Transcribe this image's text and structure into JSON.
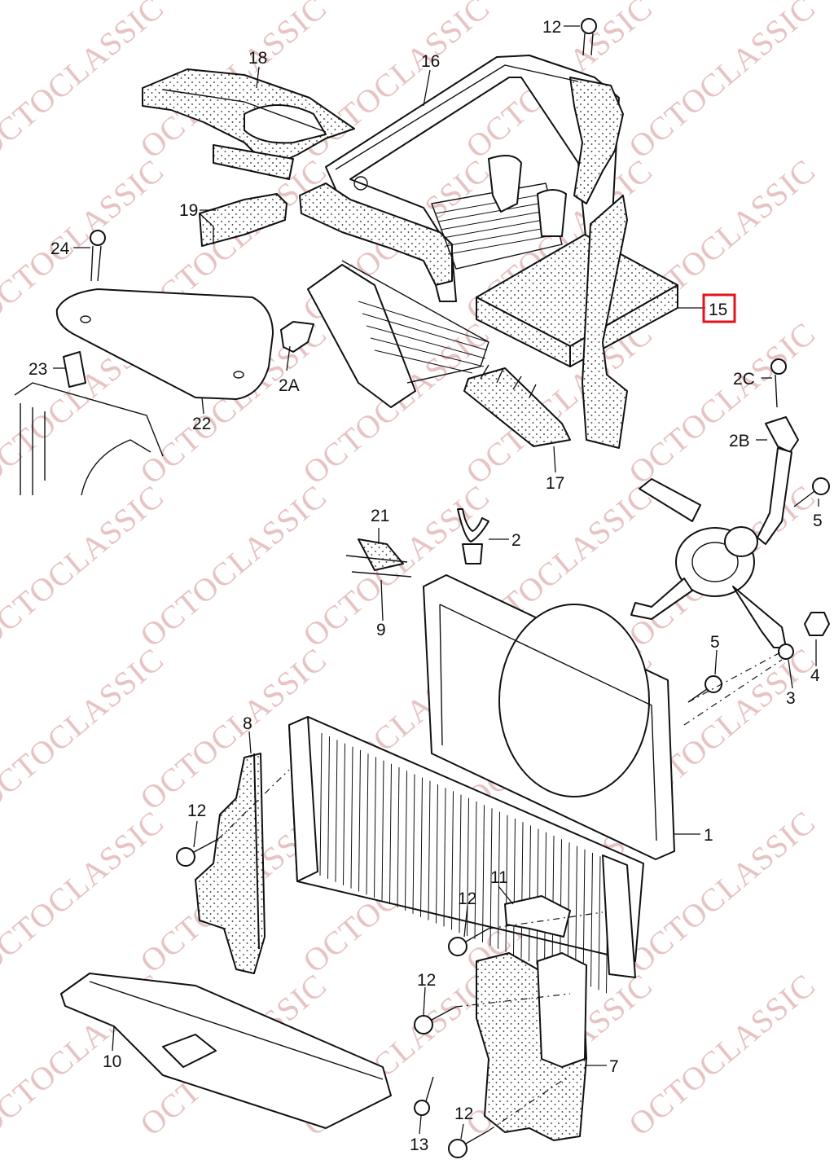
{
  "watermark": {
    "text": "OCTOCLASSIC",
    "color": "#e7c3c3"
  },
  "highlight": {
    "part": "15",
    "color": "#e0141e"
  },
  "labels": {
    "p1": "1",
    "p2": "2",
    "p2a": "2A",
    "p2b": "2B",
    "p2c": "2C",
    "p3": "3",
    "p4": "4",
    "p5a": "5",
    "p5b": "5",
    "p7": "7",
    "p8": "8",
    "p9": "9",
    "p10": "10",
    "p11": "11",
    "p12a": "12",
    "p12b": "12",
    "p12c": "12",
    "p12d": "12",
    "p12e": "12",
    "p13": "13",
    "p15": "15",
    "p16": "16",
    "p17": "17",
    "p18": "18",
    "p19": "19",
    "p21": "21",
    "p22": "22",
    "p23": "23",
    "p24": "24"
  }
}
